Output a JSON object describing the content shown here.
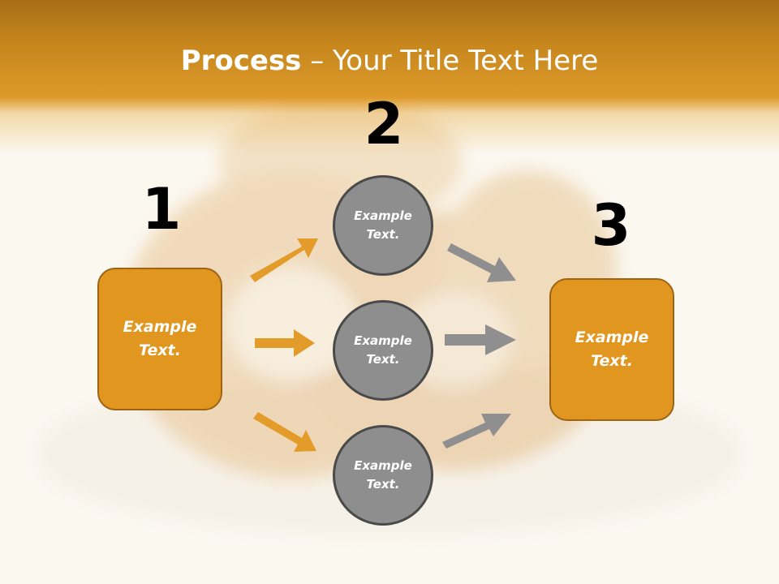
{
  "title": {
    "bold": "Process",
    "rest": " – Your Title Text Here"
  },
  "steps": [
    {
      "number": "1",
      "text": "Example Text."
    },
    {
      "number": "2",
      "items": [
        {
          "text": "Example Text."
        },
        {
          "text": "Example Text."
        },
        {
          "text": "Example Text."
        }
      ]
    },
    {
      "number": "3",
      "text": "Example Text."
    }
  ],
  "colors": {
    "header": "#dd9a2a",
    "box_fill": "#e1961f",
    "box_border": "#9c6414",
    "circle_fill": "#8e8e8e",
    "circle_border": "#4a4a4a",
    "orange_arrow": "#e39b2a",
    "gray_arrow": "#8f8f8f"
  },
  "background": {
    "subject": "onion rings on white plate",
    "overlay": "faded"
  }
}
